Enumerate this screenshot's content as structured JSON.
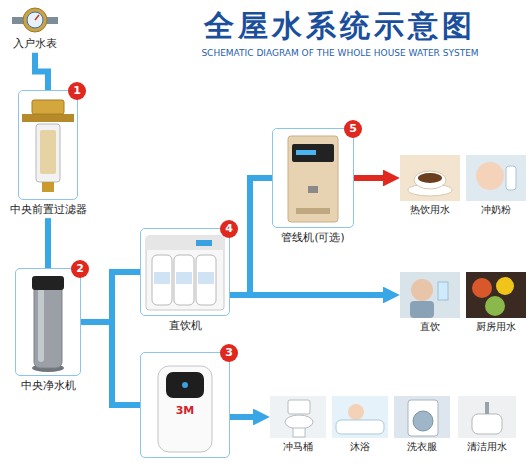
{
  "diagram": {
    "title": "全屋水系统示意图",
    "nodes": [
      {
        "text": [
          "入户水表"
        ]
      },
      {
        "text": [
          "1",
          "中央前置过滤器"
        ]
      },
      {
        "text": [
          "2",
          "中央净水机"
        ]
      },
      {
        "text": [
          "5",
          "管线机(可选)"
        ]
      },
      {
        "text": [
          "4",
          "直饮机"
        ]
      },
      {
        "text": [
          "3"
        ]
      },
      {
        "text": [
          "热饮用水"
        ]
      },
      {
        "text": [
          "冲奶粉"
        ]
      },
      {
        "text": [
          "直饮"
        ]
      },
      {
        "text": [
          "厨房用水"
        ]
      },
      {
        "text": [
          "冲马桶"
        ]
      },
      {
        "text": [
          "沐浴"
        ]
      },
      {
        "text": [
          "洗衣服"
        ]
      },
      {
        "text": [
          "清洁用水"
        ]
      }
    ],
    "edges": [
      {
        "from": 0,
        "to": 1,
        "arrow": "none"
      },
      {
        "from": 1,
        "to": 2,
        "arrow": "none"
      },
      {
        "from": 2,
        "to": 4,
        "arrow": "none"
      },
      {
        "from": 2,
        "to": 5,
        "arrow": "none"
      },
      {
        "from": 4,
        "to": 3,
        "arrow": "none"
      },
      {
        "from": 3,
        "to": 6,
        "arrow": "to"
      },
      {
        "from": 4,
        "to": 8,
        "arrow": "to"
      },
      {
        "from": 5,
        "to": 10,
        "arrow": "to"
      }
    ],
    "labels": [
      "SCHEMATIC DIAGRAM OF THE WHOLE HOUSE WATER SYSTEM",
      "3M"
    ]
  }
}
